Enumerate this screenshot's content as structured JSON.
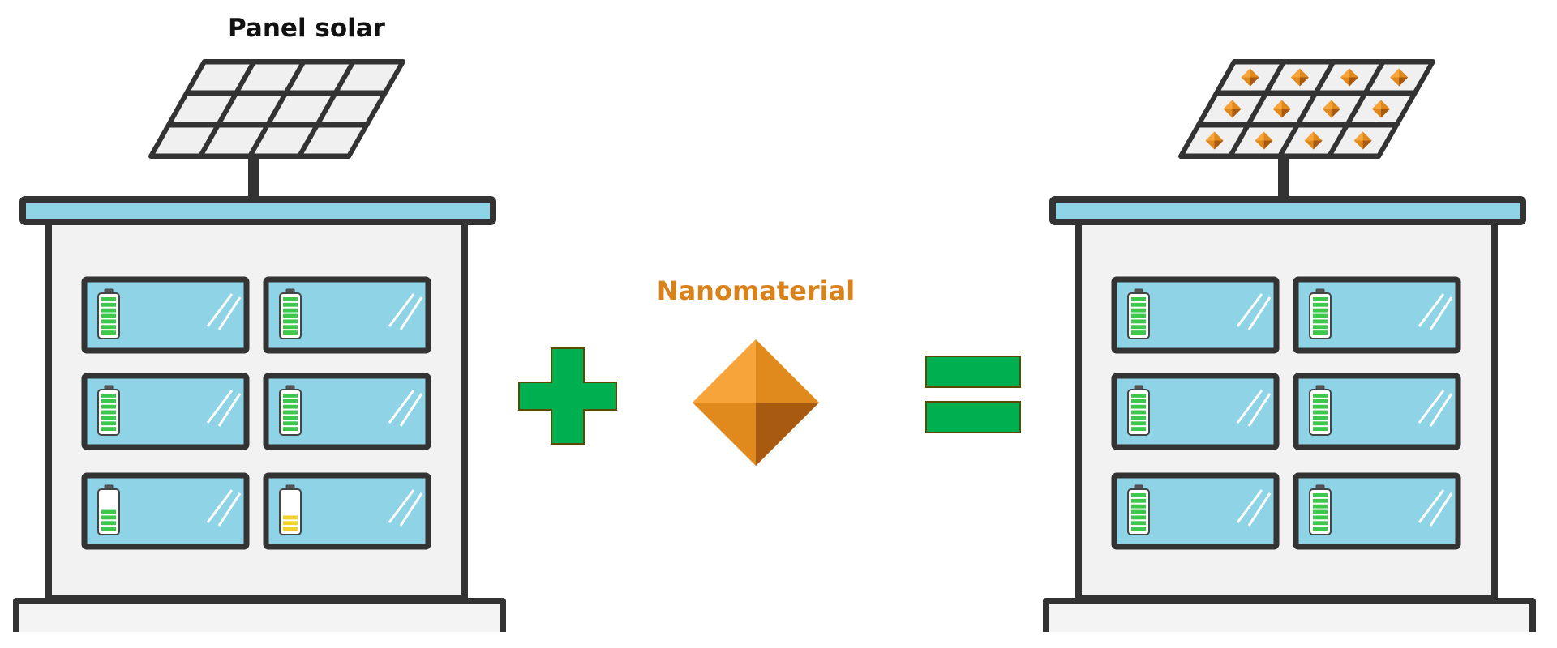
{
  "labels": {
    "solar_panel": "Panel solar",
    "nanomaterial": "Nanomaterial"
  },
  "colors": {
    "outline": "#333333",
    "wall": "#f2f2f2",
    "roof_stripe": "#8fd3e6",
    "window_glass": "#8fd3e6",
    "panel_cell": "#f0f0f0",
    "battery_green": "#3cc84a",
    "battery_yellow": "#f2d22a",
    "symbol_green": "#00b050",
    "symbol_border": "#5a4a00",
    "nano_label": "#d9821a",
    "nano_light": "#f7a53a",
    "nano_mid": "#e08a1e",
    "nano_dark": "#a85a10"
  },
  "icons": {
    "battery": "battery-icon",
    "nanoparticle": "diamond-icon",
    "plus": "plus-icon",
    "equals": "equals-icon"
  },
  "buildings": [
    {
      "panel_has_nanoparticles": false,
      "batteries": [
        {
          "charge": 1.0,
          "color": "green"
        },
        {
          "charge": 1.0,
          "color": "green"
        },
        {
          "charge": 1.0,
          "color": "green"
        },
        {
          "charge": 1.0,
          "color": "green"
        },
        {
          "charge": 0.6,
          "color": "green"
        },
        {
          "charge": 0.4,
          "color": "yellow"
        }
      ]
    },
    {
      "panel_has_nanoparticles": true,
      "batteries": [
        {
          "charge": 1.0,
          "color": "green"
        },
        {
          "charge": 1.0,
          "color": "green"
        },
        {
          "charge": 1.0,
          "color": "green"
        },
        {
          "charge": 1.0,
          "color": "green"
        },
        {
          "charge": 1.0,
          "color": "green"
        },
        {
          "charge": 1.0,
          "color": "green"
        }
      ]
    }
  ]
}
